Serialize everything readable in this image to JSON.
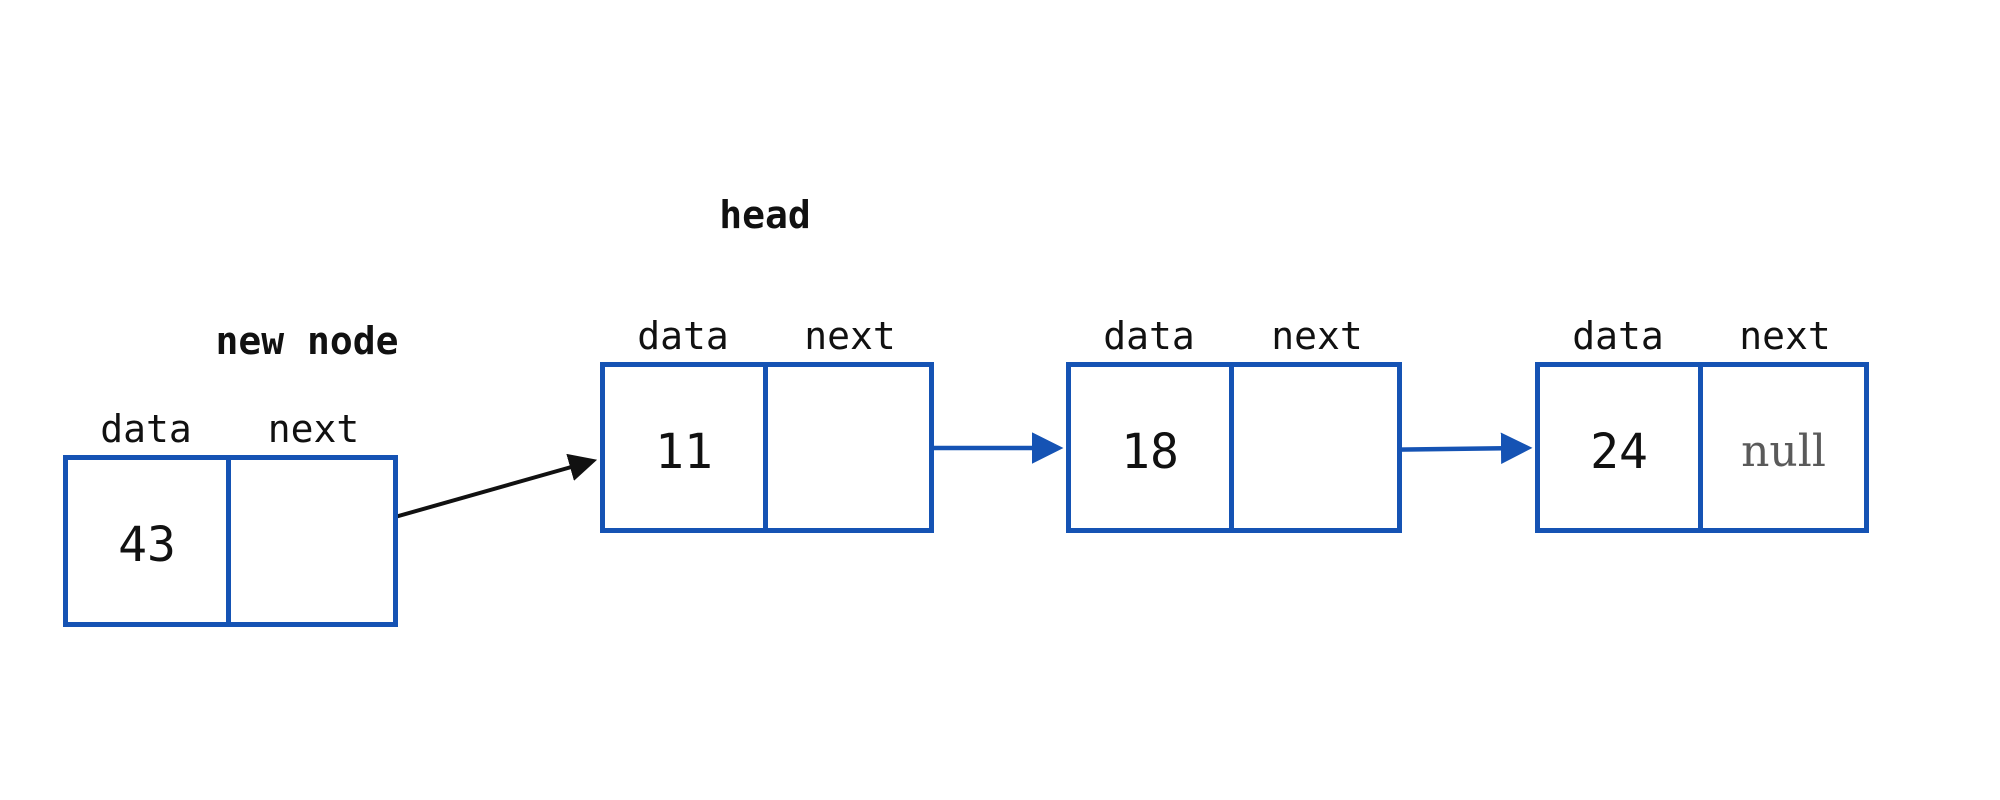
{
  "labels": {
    "head": "head",
    "new_node": "new node",
    "data": "data",
    "next": "next"
  },
  "new_node": {
    "data": "43",
    "next": ""
  },
  "nodes": [
    {
      "data": "11",
      "next": ""
    },
    {
      "data": "18",
      "next": ""
    },
    {
      "data": "24",
      "next": "null"
    }
  ],
  "colors": {
    "box_border": "#1553b4",
    "arrow_black": "#111111",
    "null_text": "#5a5a5a",
    "text": "#111111",
    "bg": "#ffffff"
  }
}
